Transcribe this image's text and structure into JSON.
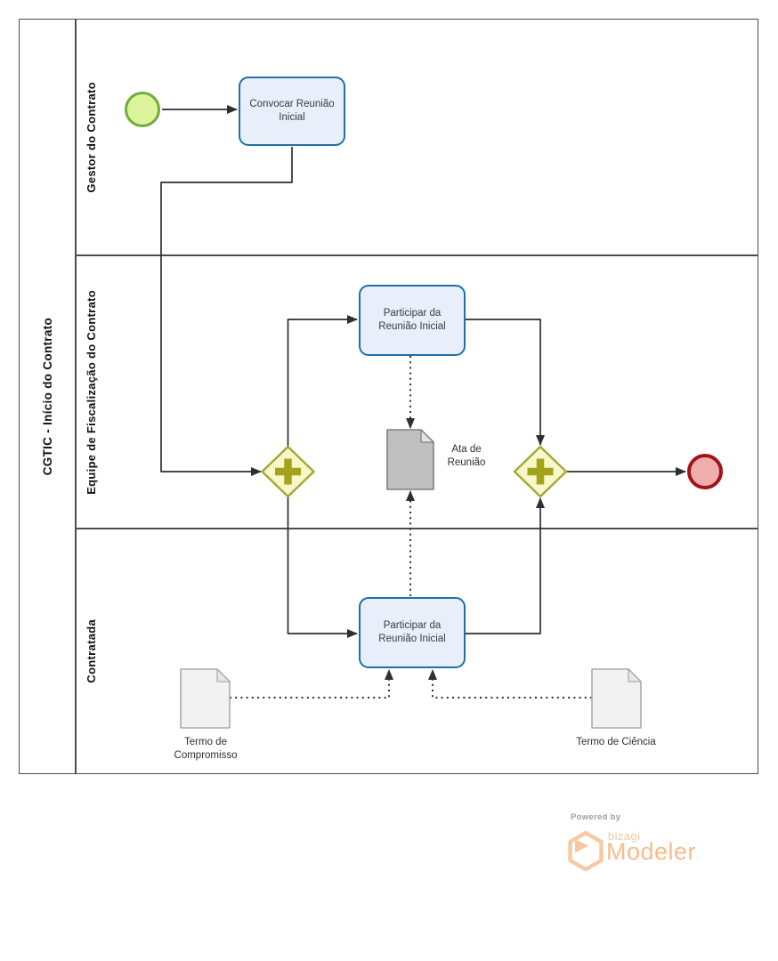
{
  "pool": {
    "title": "CGTIC - Início do Contrato",
    "lanes": [
      {
        "label": "Gestor do Contrato"
      },
      {
        "label": "Equipe de Fiscalização do Contrato"
      },
      {
        "label": "Contratada"
      }
    ]
  },
  "nodes": {
    "start_event": {
      "type": "start-event"
    },
    "task_convocar": {
      "type": "task",
      "label": "Convocar Reunião Inicial"
    },
    "task_participar_fiscalizacao": {
      "type": "task",
      "label": "Participar da Reunião Inicial"
    },
    "task_participar_contratada": {
      "type": "task",
      "label": "Participar da Reunião Inicial"
    },
    "gateway_parallel_split": {
      "type": "parallel-gateway"
    },
    "gateway_parallel_join": {
      "type": "parallel-gateway"
    },
    "end_event": {
      "type": "end-event"
    },
    "data_object_ata": {
      "type": "data-object",
      "label": "Ata de Reunião"
    },
    "data_object_termo_compromisso": {
      "type": "data-object",
      "label": "Termo de Compromisso"
    },
    "data_object_termo_ciencia": {
      "type": "data-object",
      "label": "Termo de Ciência"
    }
  },
  "footer": {
    "powered_by": "Powered by",
    "brand": "bizagi",
    "product": "Modeler"
  },
  "theme": {
    "task-fill": "#E8EFFB",
    "task-border": "#1F70A6",
    "start-fill": "#DCF49B",
    "start-border": "#72AC3C",
    "end-fill": "#F0ADAE",
    "end-border": "#A31218",
    "gateway-fill": "#F7F7C9",
    "gateway-border": "#A6A638",
    "gateway-plus": "#A3A31B",
    "data-fill": "#F2F2F2",
    "data-border": "#ABABAB",
    "data-dark-fill": "#BFBFBF",
    "data-dark-border": "#808080",
    "flow": "#2F2F2F",
    "lane-border": "#4D4D4D",
    "text": "#3C3C3C",
    "logo-accent": "#F8C9A0",
    "powered-gray": "#9E9E9E"
  }
}
